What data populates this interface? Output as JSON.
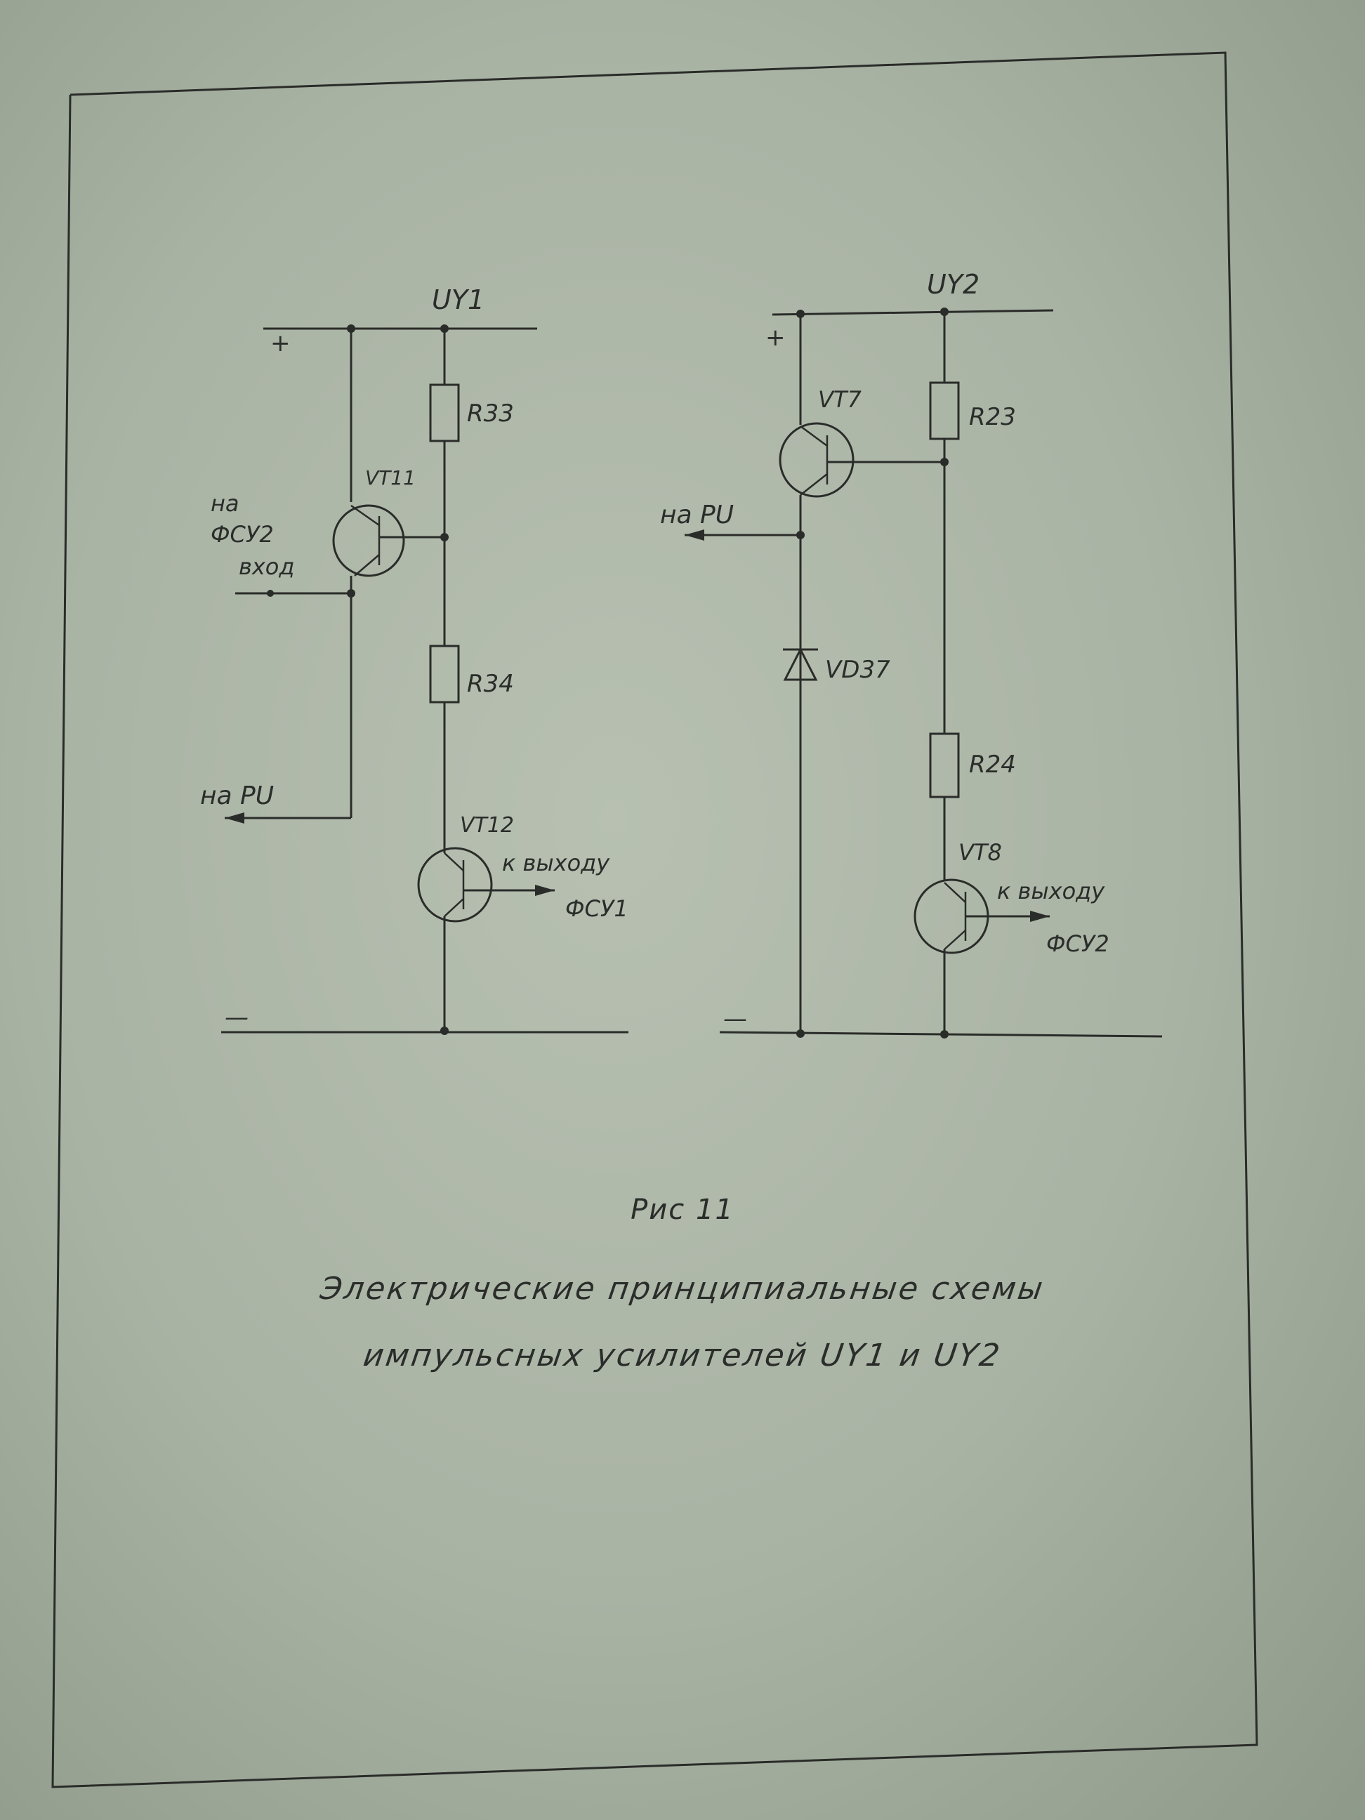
{
  "figure": {
    "number": "Рис 11",
    "caption_line1": "Электрические принципиальные схемы",
    "caption_line2": "импульсных усилителей UY1 и UY2"
  },
  "uy1": {
    "title": "UY1",
    "plus": "+",
    "minus": "—",
    "r_top": "R33",
    "r_mid": "R34",
    "transistor_top": "VT11",
    "transistor_bottom": "VT12",
    "input_label_1": "на",
    "input_label_2": "ФСУ2",
    "input_label_3": "вход",
    "to_pu": "на PU",
    "output_label_1": "к выходу",
    "output_label_2": "ФСУ1"
  },
  "uy2": {
    "title": "UY2",
    "plus": "+",
    "minus": "—",
    "transistor_top": "VT7",
    "r_top": "R23",
    "to_pu": "на PU",
    "diode": "VD37",
    "r_mid": "R24",
    "transistor_bottom": "VT8",
    "output_label_1": "к выходу",
    "output_label_2": "ФСУ2"
  }
}
